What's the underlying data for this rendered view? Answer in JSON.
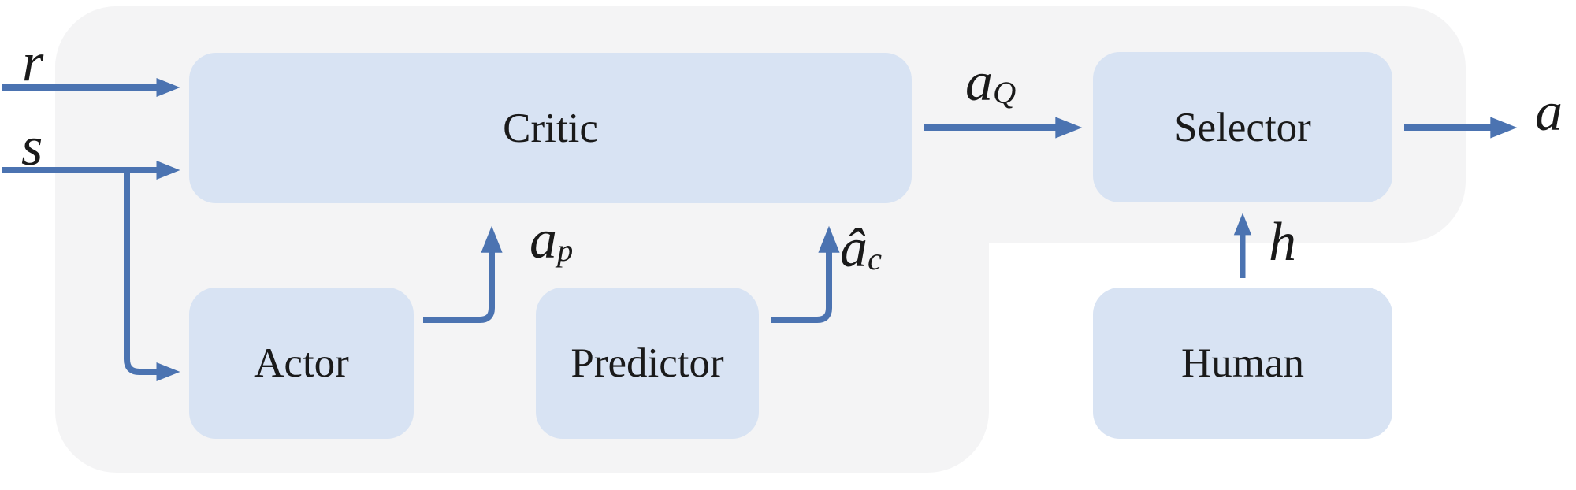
{
  "nodes": {
    "critic": "Critic",
    "actor": "Actor",
    "predictor": "Predictor",
    "selector": "Selector",
    "human": "Human"
  },
  "labels": {
    "r": {
      "base": "r",
      "sub": ""
    },
    "s": {
      "base": "s",
      "sub": ""
    },
    "ap": {
      "base": "a",
      "sub": "p"
    },
    "ac": {
      "base": "â",
      "sub": "c"
    },
    "aQ": {
      "base": "a",
      "sub": "Q"
    },
    "a": {
      "base": "a",
      "sub": ""
    },
    "h": {
      "base": "h",
      "sub": ""
    }
  },
  "colors": {
    "canvas": "#ffffff",
    "bg": "#f4f4f5",
    "node": "#d8e3f3",
    "arrow": "#4b73b1",
    "text": "#1a1a1a"
  }
}
